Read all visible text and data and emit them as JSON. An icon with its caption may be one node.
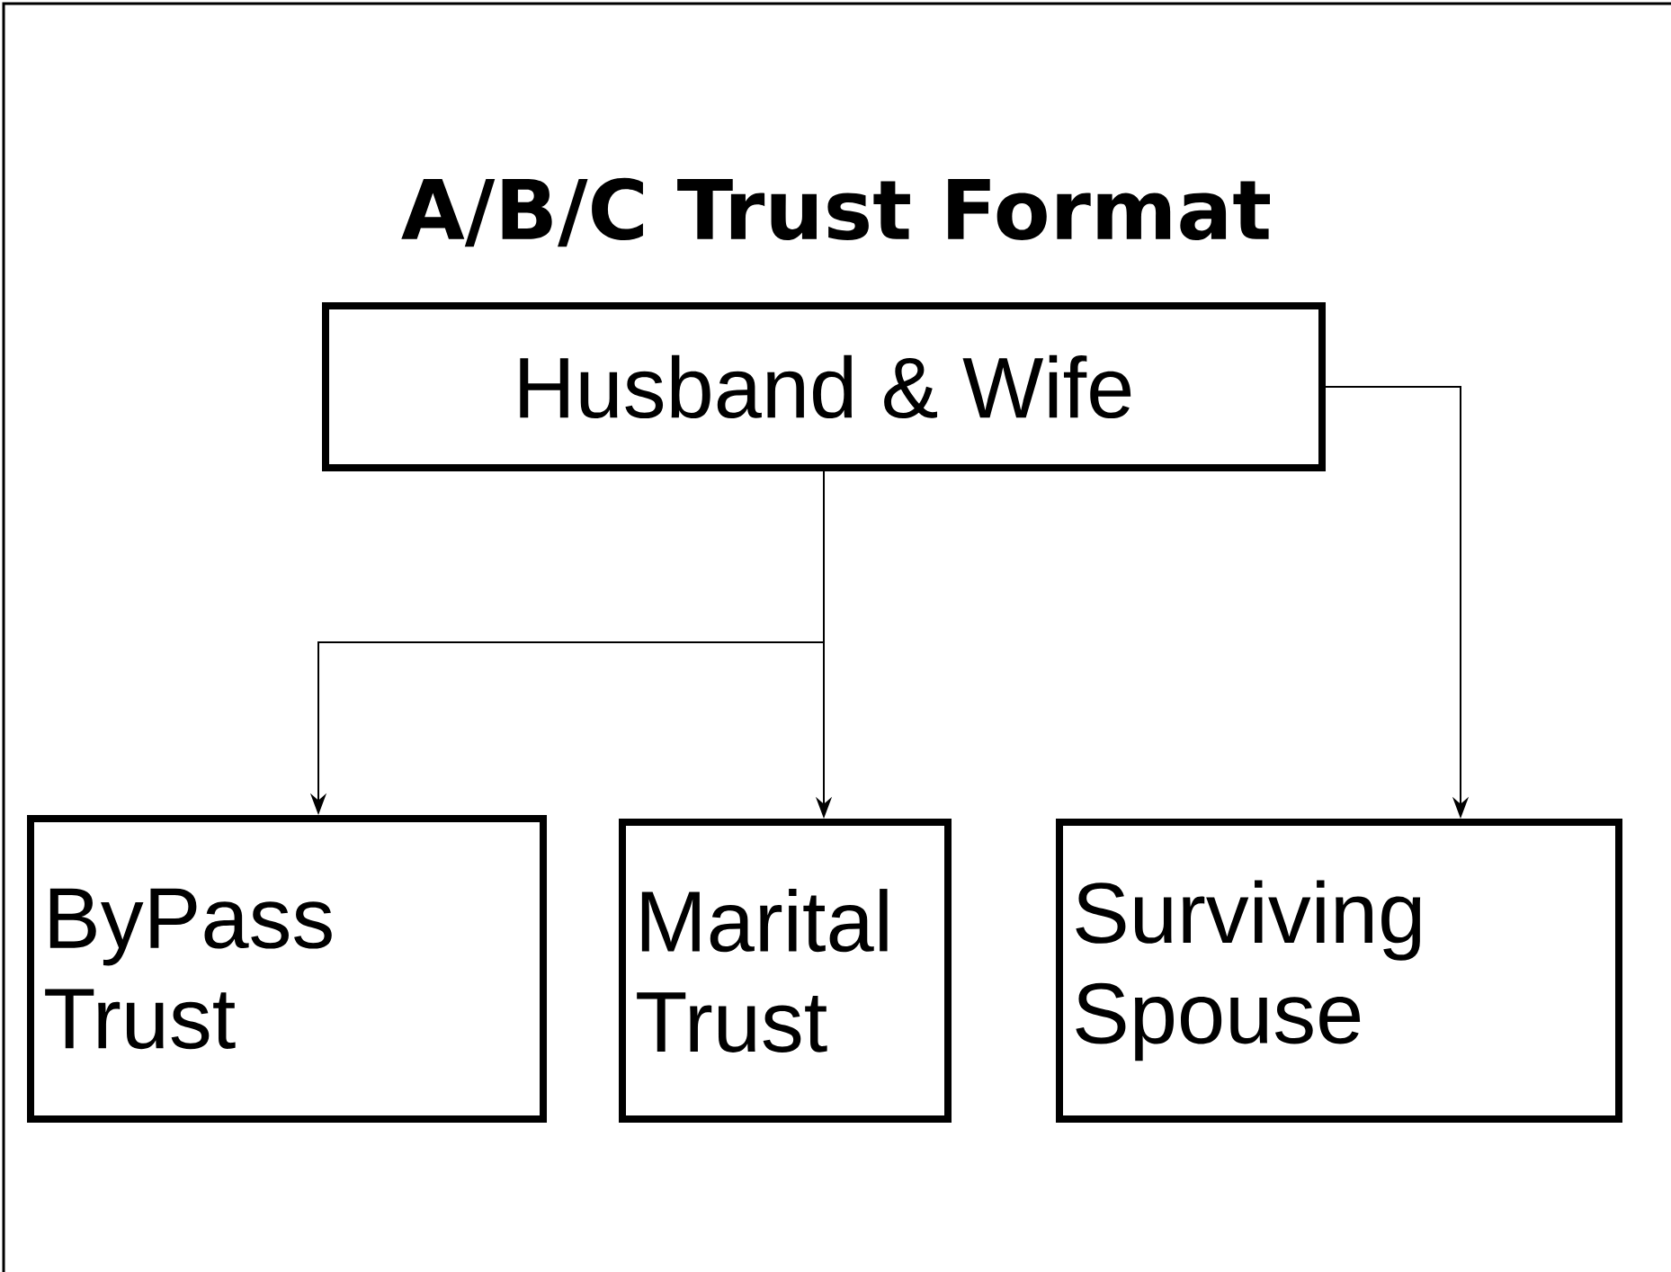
{
  "diagram": {
    "title": "A/B/C Trust Format",
    "nodes": [
      {
        "text": [
          "Husband & Wife"
        ]
      },
      {
        "text": [
          "ByPass Trust"
        ]
      },
      {
        "text": [
          "Marital Trust"
        ]
      },
      {
        "text": [
          "Surviving Spouse"
        ]
      }
    ],
    "edges": [
      {
        "from": 0,
        "to": 1,
        "arrow": "to"
      },
      {
        "from": 0,
        "to": 2,
        "arrow": "to"
      },
      {
        "from": 0,
        "to": 3,
        "arrow": "to"
      }
    ]
  }
}
